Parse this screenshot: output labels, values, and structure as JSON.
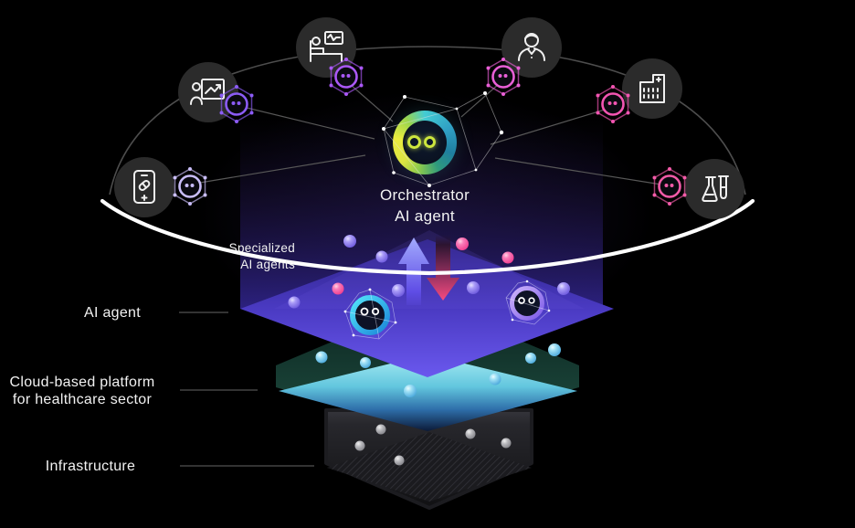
{
  "diagram": {
    "background": "#000000",
    "orchestrator": {
      "line1": "Orchestrator",
      "line2": "AI agent"
    },
    "specialized": {
      "line1": "Specialized",
      "line2": "AI agents"
    },
    "layer_labels": {
      "ai_agent": "AI agent",
      "cloud_line1": "Cloud-based platform",
      "cloud_line2": "for healthcare sector",
      "infrastructure": "Infrastructure"
    },
    "satellites": [
      {
        "name": "analytics presentation",
        "icon": "presentation-chart-icon",
        "node_color": "#8c5cf6"
      },
      {
        "name": "patient bed",
        "icon": "patient-bed-icon",
        "node_color": "#aa58f6"
      },
      {
        "name": "clinician",
        "icon": "clinician-icon",
        "node_color": "#e95fd6"
      },
      {
        "name": "hospital building",
        "icon": "hospital-building-icon",
        "node_color": "#f355b2"
      },
      {
        "name": "mobile health app",
        "icon": "mobile-health-icon",
        "node_color": "#c9bdf8"
      },
      {
        "name": "laboratory",
        "icon": "laboratory-icon",
        "node_color": "#f35ba8"
      }
    ],
    "mini_agents": [
      {
        "position": "left",
        "ring_color": "#36d3f2"
      },
      {
        "position": "right",
        "ring_color": "#b394f7"
      }
    ],
    "colors": {
      "ai_agent_layer": "#5b49d6",
      "cloud_layer_dark": "#15382f",
      "cloud_layer_light": "#8fdde9",
      "infrastructure_layer": "#232327",
      "arrow_up": "#7b6cf4",
      "arrow_down": "#f2487c",
      "orchestrator_ring_cyan": "#41cbd2",
      "orchestrator_ring_yellow": "#e8ea3e",
      "connector_line": "#585858",
      "orbit_line": "#4d4d4d",
      "sync_arc": "#ffffff"
    }
  }
}
